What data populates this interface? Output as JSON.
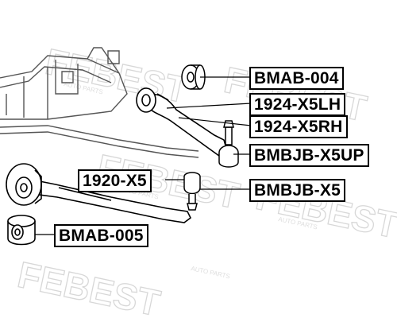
{
  "diagram": {
    "watermark": {
      "brand": "FEBEST",
      "tagline": "AUTO PARTS"
    },
    "labels": [
      {
        "id": "bmab-004",
        "text": "BMAB-004"
      },
      {
        "id": "1924-x5lh",
        "text": "1924-X5LH"
      },
      {
        "id": "1924-x5rh",
        "text": "1924-X5RH"
      },
      {
        "id": "bmbjb-x5up",
        "text": "BMBJB-X5UP"
      },
      {
        "id": "1920-x5",
        "text": "1920-X5"
      },
      {
        "id": "bmbjb-x5",
        "text": "BMBJB-X5"
      },
      {
        "id": "bmab-005",
        "text": "BMAB-005"
      }
    ],
    "colors": {
      "ink": "#000000",
      "background": "#ffffff",
      "watermark": "#b8b8b8"
    }
  }
}
